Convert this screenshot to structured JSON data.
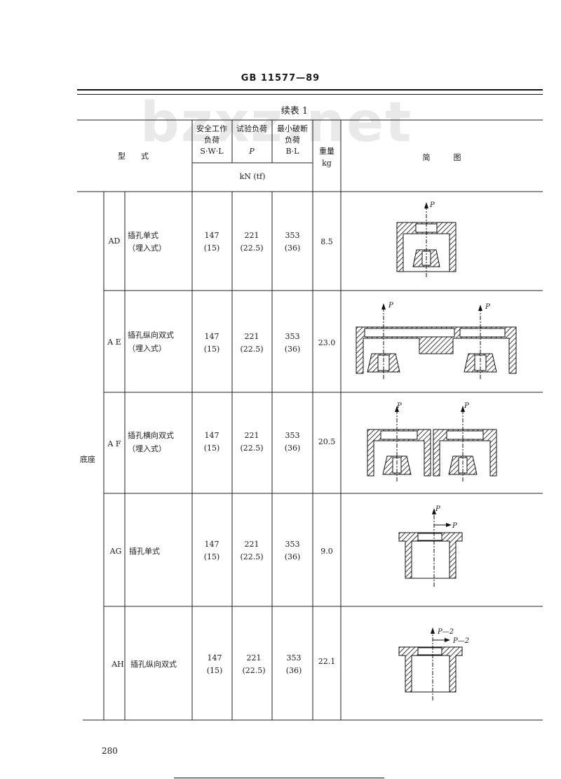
{
  "header": {
    "standard": "GB 11577—89",
    "caption": "续表 1",
    "watermark": "bzxz.net"
  },
  "columns": {
    "type": "型　　式",
    "swl": [
      "安全工作",
      "负荷",
      "S·W·L"
    ],
    "test": [
      "试验负荷",
      "P"
    ],
    "break": [
      "最小破断",
      "负荷",
      "B·L"
    ],
    "unit": "kN (tf)",
    "weight": [
      "重量",
      "kg"
    ],
    "diagram": "简　　　图"
  },
  "group": "底座",
  "rows": [
    {
      "code": "AD",
      "name": "插孔单式",
      "sub": "（埋入式）",
      "swl": "147",
      "swl_tf": "(15)",
      "test": "221",
      "test_tf": "(22.5)",
      "break": "353",
      "break_tf": "(36)",
      "weight": "8.5",
      "labels": [
        "P"
      ]
    },
    {
      "code": "A E",
      "name": "插孔纵向双式",
      "sub": "（埋入式）",
      "swl": "147",
      "swl_tf": "(15)",
      "test": "221",
      "test_tf": "(22.5)",
      "break": "353",
      "break_tf": "(36)",
      "weight": "23.0",
      "labels": [
        "P",
        "P"
      ]
    },
    {
      "code": "A F",
      "name": "插孔横向双式",
      "sub": "（埋入式）",
      "swl": "147",
      "swl_tf": "(15)",
      "test": "221",
      "test_tf": "(22.5)",
      "break": "353",
      "break_tf": "(36)",
      "weight": "20.5",
      "labels": [
        "P",
        "P"
      ]
    },
    {
      "code": "AG",
      "name": "插孔单式",
      "sub": "",
      "swl": "147",
      "swl_tf": "(15)",
      "test": "221",
      "test_tf": "(22.5)",
      "break": "353",
      "break_tf": "(36)",
      "weight": "9.0",
      "labels": [
        "P",
        "P"
      ]
    },
    {
      "code": "AH",
      "name": "插孔纵向双式",
      "sub": "",
      "swl": "147",
      "swl_tf": "(15)",
      "test": "221",
      "test_tf": "(22.5)",
      "break": "353",
      "break_tf": "(36)",
      "weight": "22.1",
      "labels": [
        "P—2",
        "P—2"
      ]
    }
  ],
  "page_number": "280"
}
